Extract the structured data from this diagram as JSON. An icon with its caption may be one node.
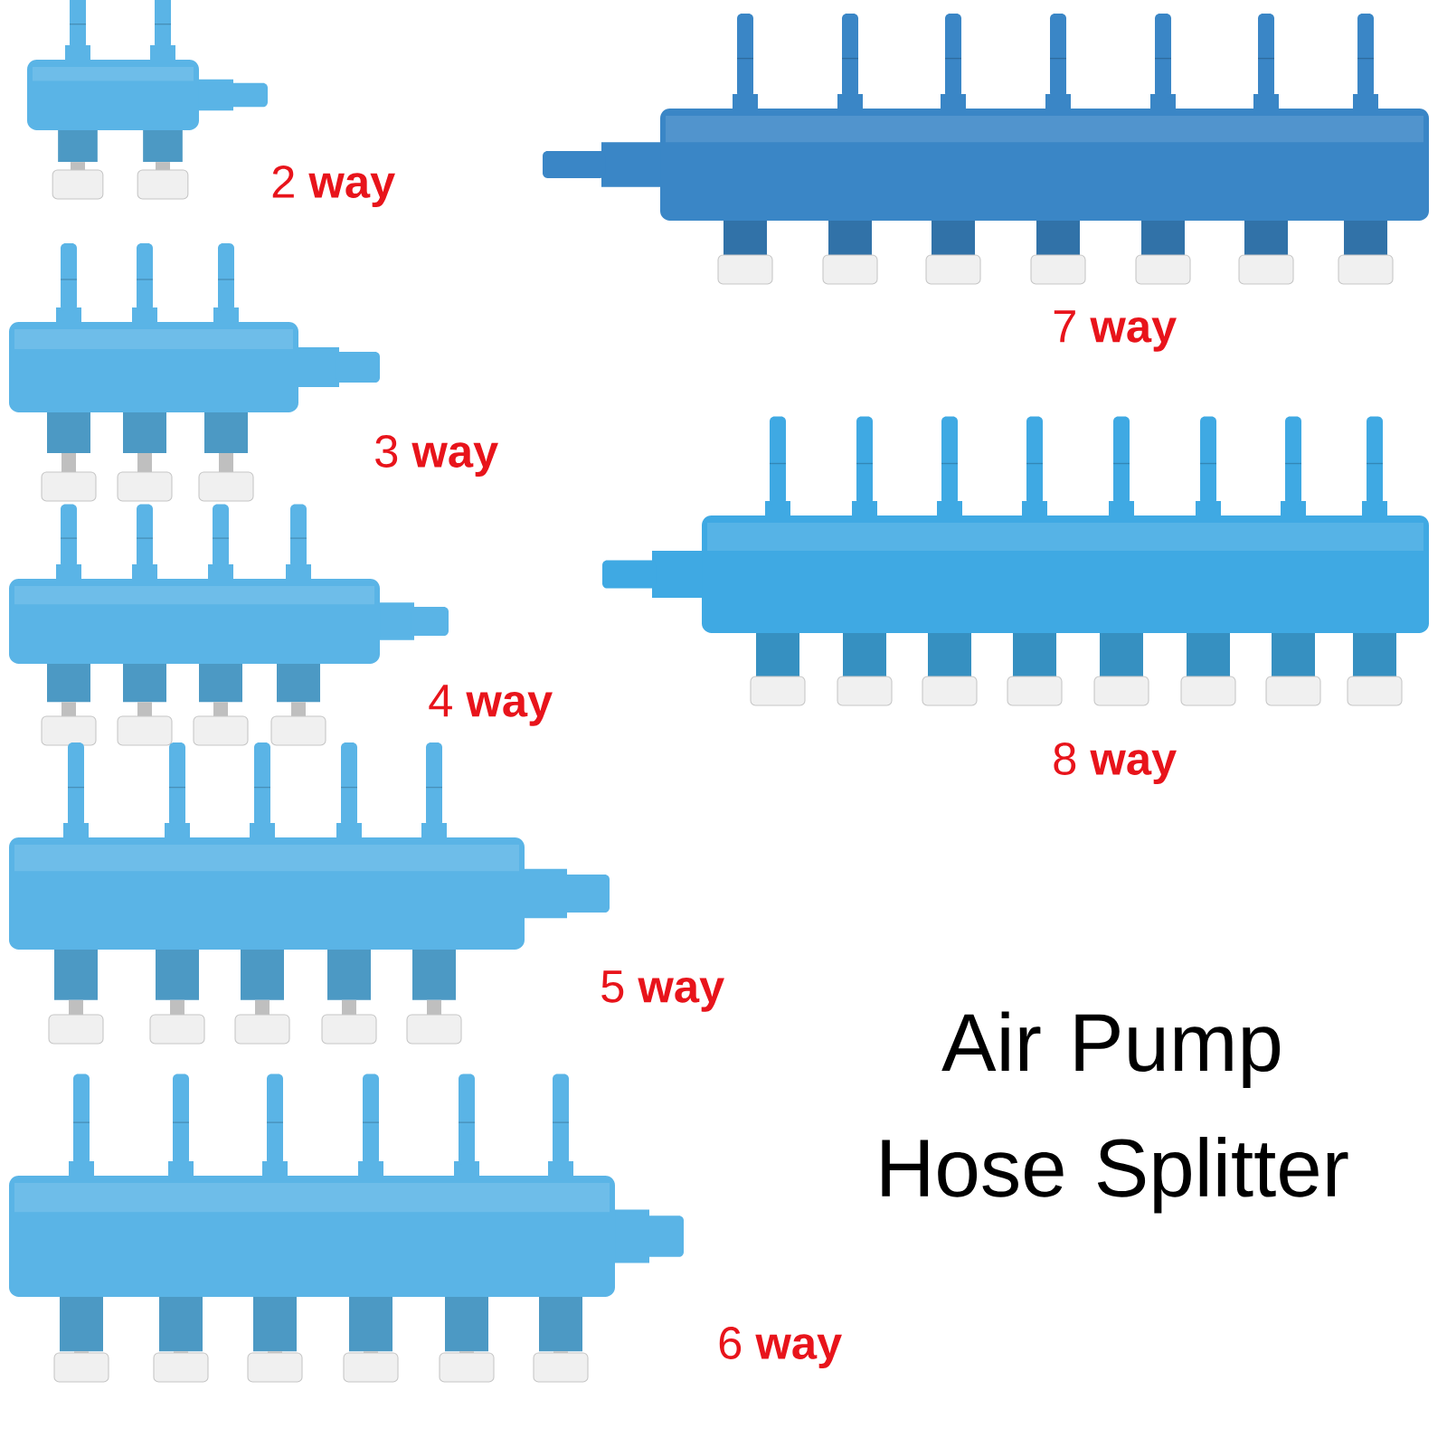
{
  "diagram": {
    "title": "Air Pump Hose Splitter",
    "labels": [
      "2 **way**",
      "7 **way**",
      "3 **way**",
      "8 **way**",
      "4 **way**",
      "5 **way**",
      "6 **way**"
    ]
  }
}
